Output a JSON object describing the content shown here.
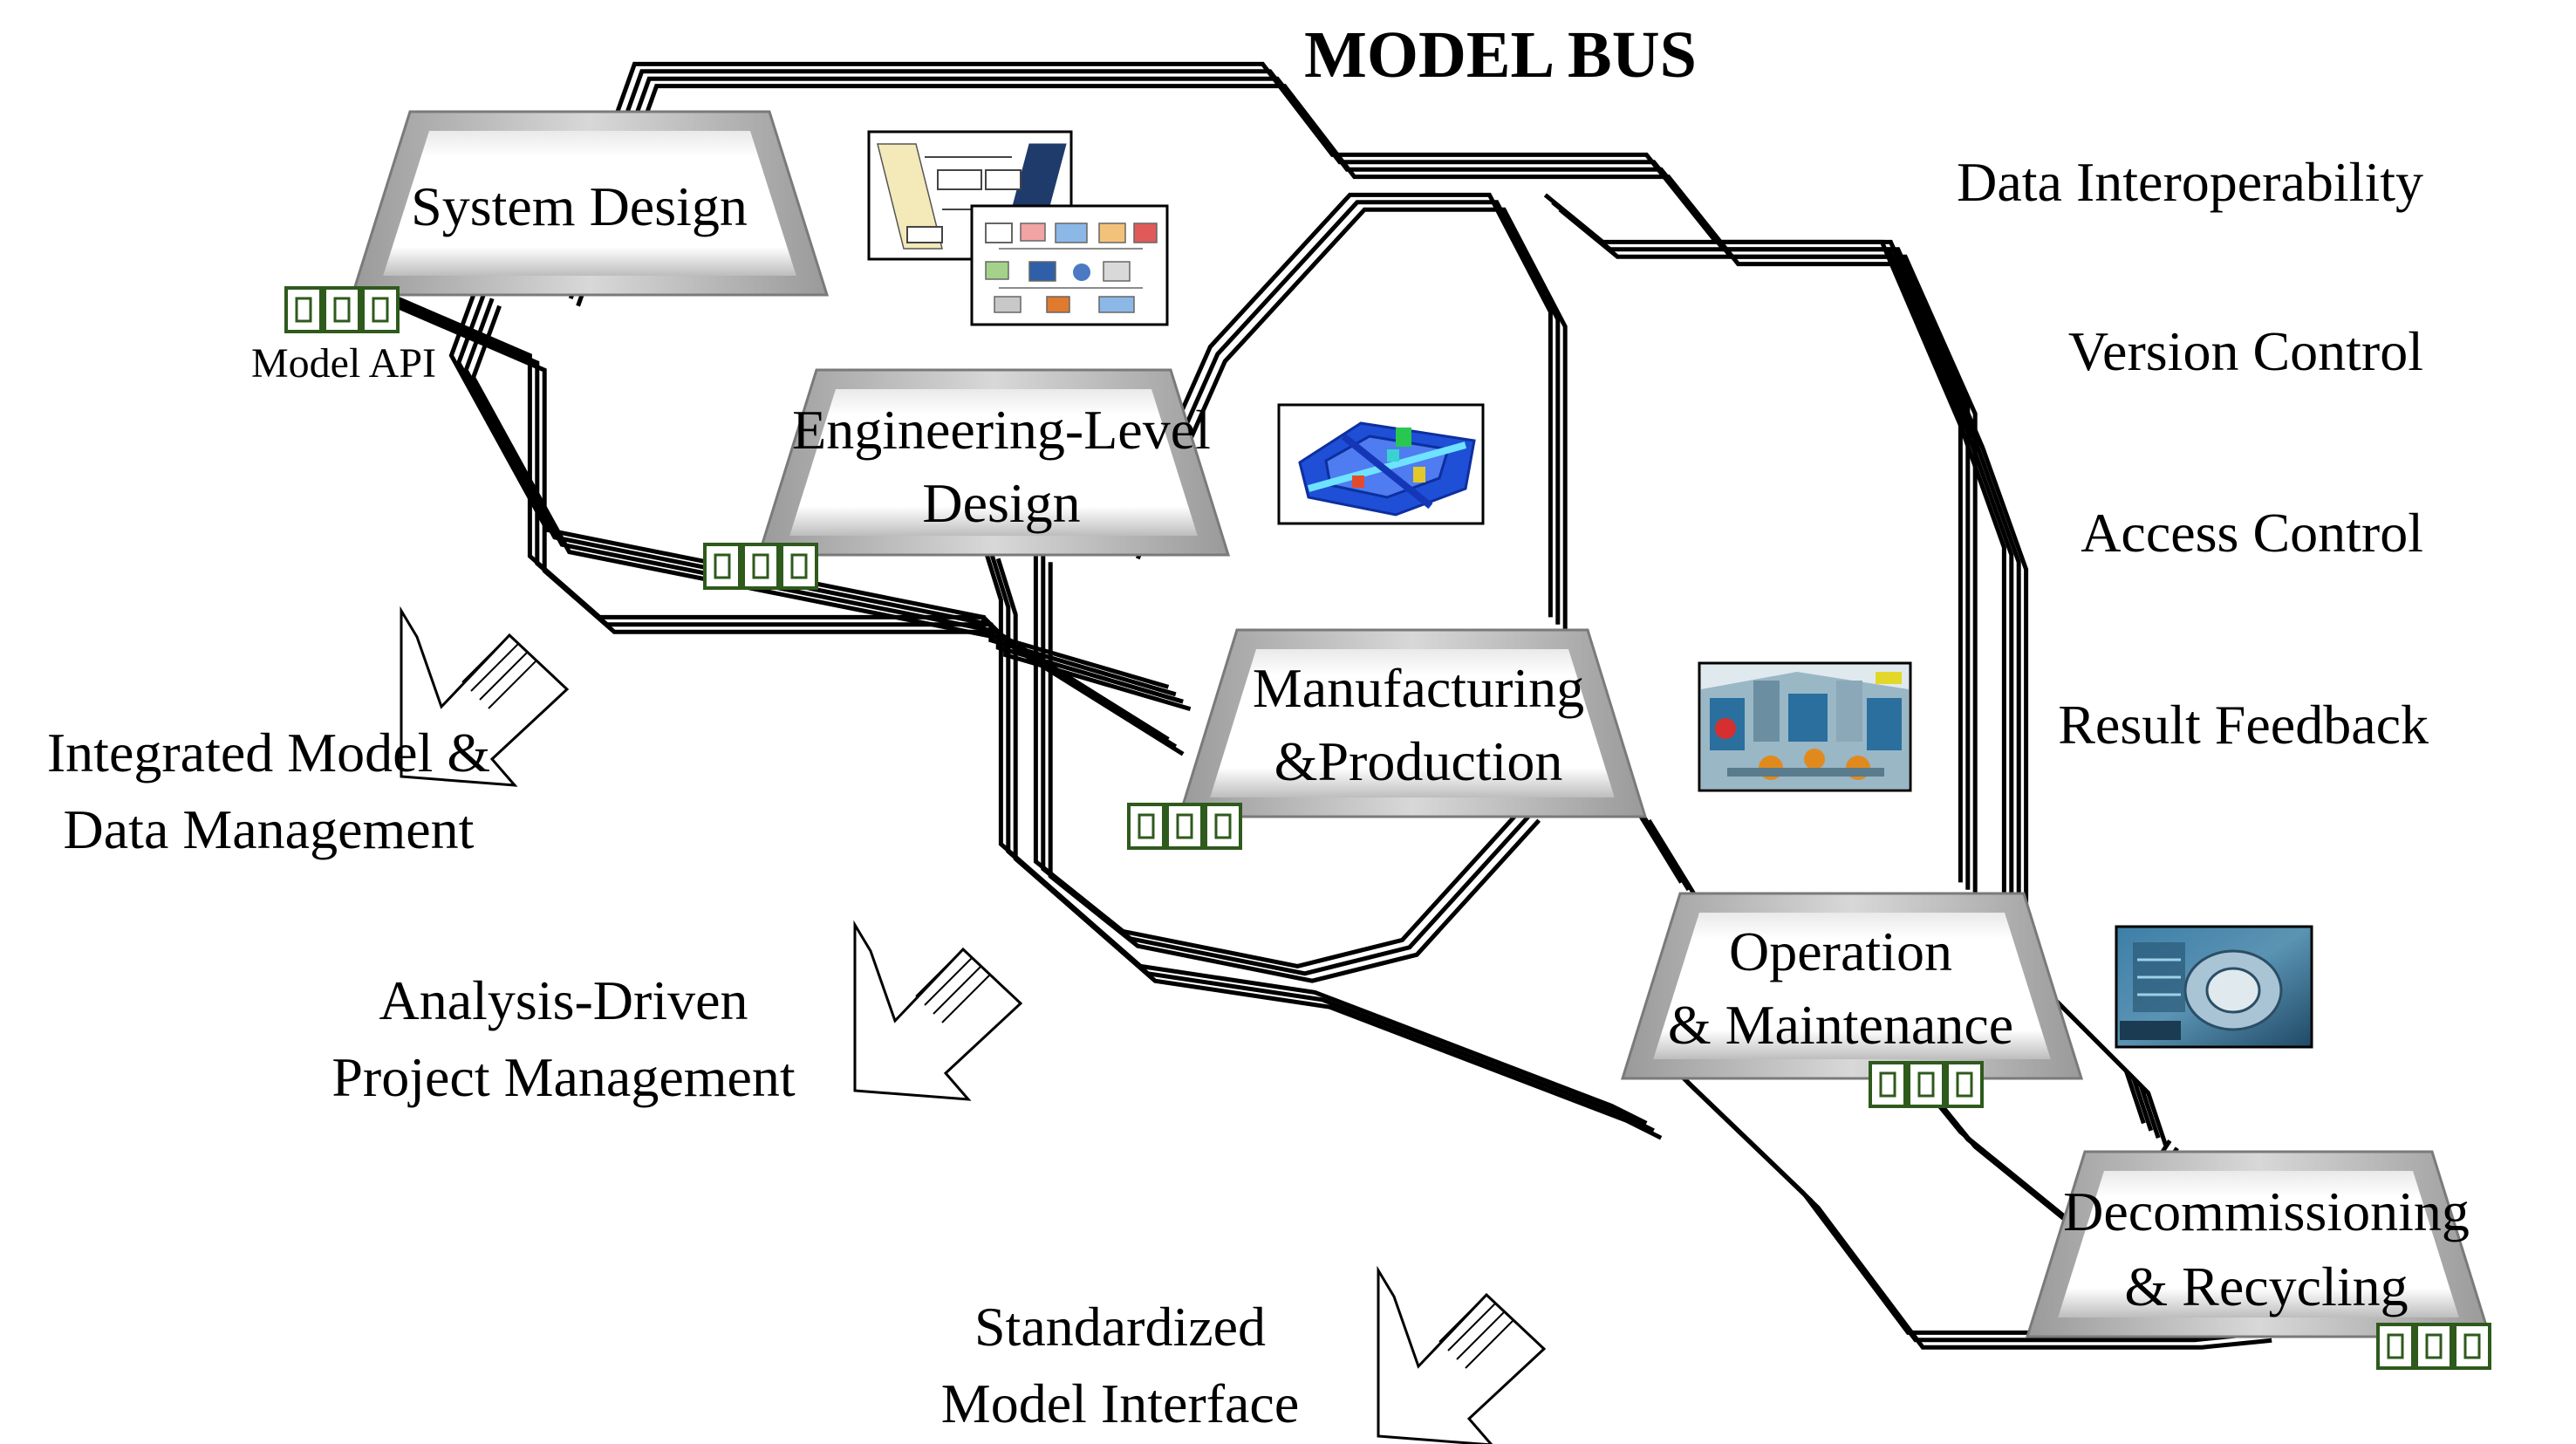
{
  "title": "MODEL BUS",
  "stages": [
    {
      "id": "system-design",
      "lines": [
        "System Design"
      ]
    },
    {
      "id": "engineering-level-design",
      "lines": [
        "Engineering-Level",
        "Design"
      ]
    },
    {
      "id": "manufacturing-production",
      "lines": [
        "Manufacturing",
        "&Production"
      ]
    },
    {
      "id": "operation-maintenance",
      "lines": [
        "Operation",
        "& Maintenance"
      ]
    },
    {
      "id": "decommissioning-recycling",
      "lines": [
        "Decommissioning",
        "& Recycling"
      ]
    }
  ],
  "api_label": "Model API",
  "features": [
    "Data Interoperability",
    "Version Control",
    "Access Control",
    "Result Feedback"
  ],
  "principles": [
    {
      "lines": [
        "Integrated Model &",
        "Data Management"
      ]
    },
    {
      "lines": [
        "Analysis-Driven",
        "Project Management"
      ]
    },
    {
      "lines": [
        "Standardized",
        "Model Interface"
      ]
    }
  ],
  "colors": {
    "api_icon": "#2e5a1c",
    "bus_line": "#000000",
    "fem_model": "#1e4fd6",
    "factory": "#2a6f9e",
    "engine": "#3c6e8c"
  },
  "icons": {
    "api": "api-connector-icon",
    "arrow": "hollow-arrow-icon",
    "thumbnails": [
      "system-diagram-thumbnail",
      "fem-model-thumbnail",
      "factory-thumbnail",
      "engine-thumbnail"
    ]
  }
}
